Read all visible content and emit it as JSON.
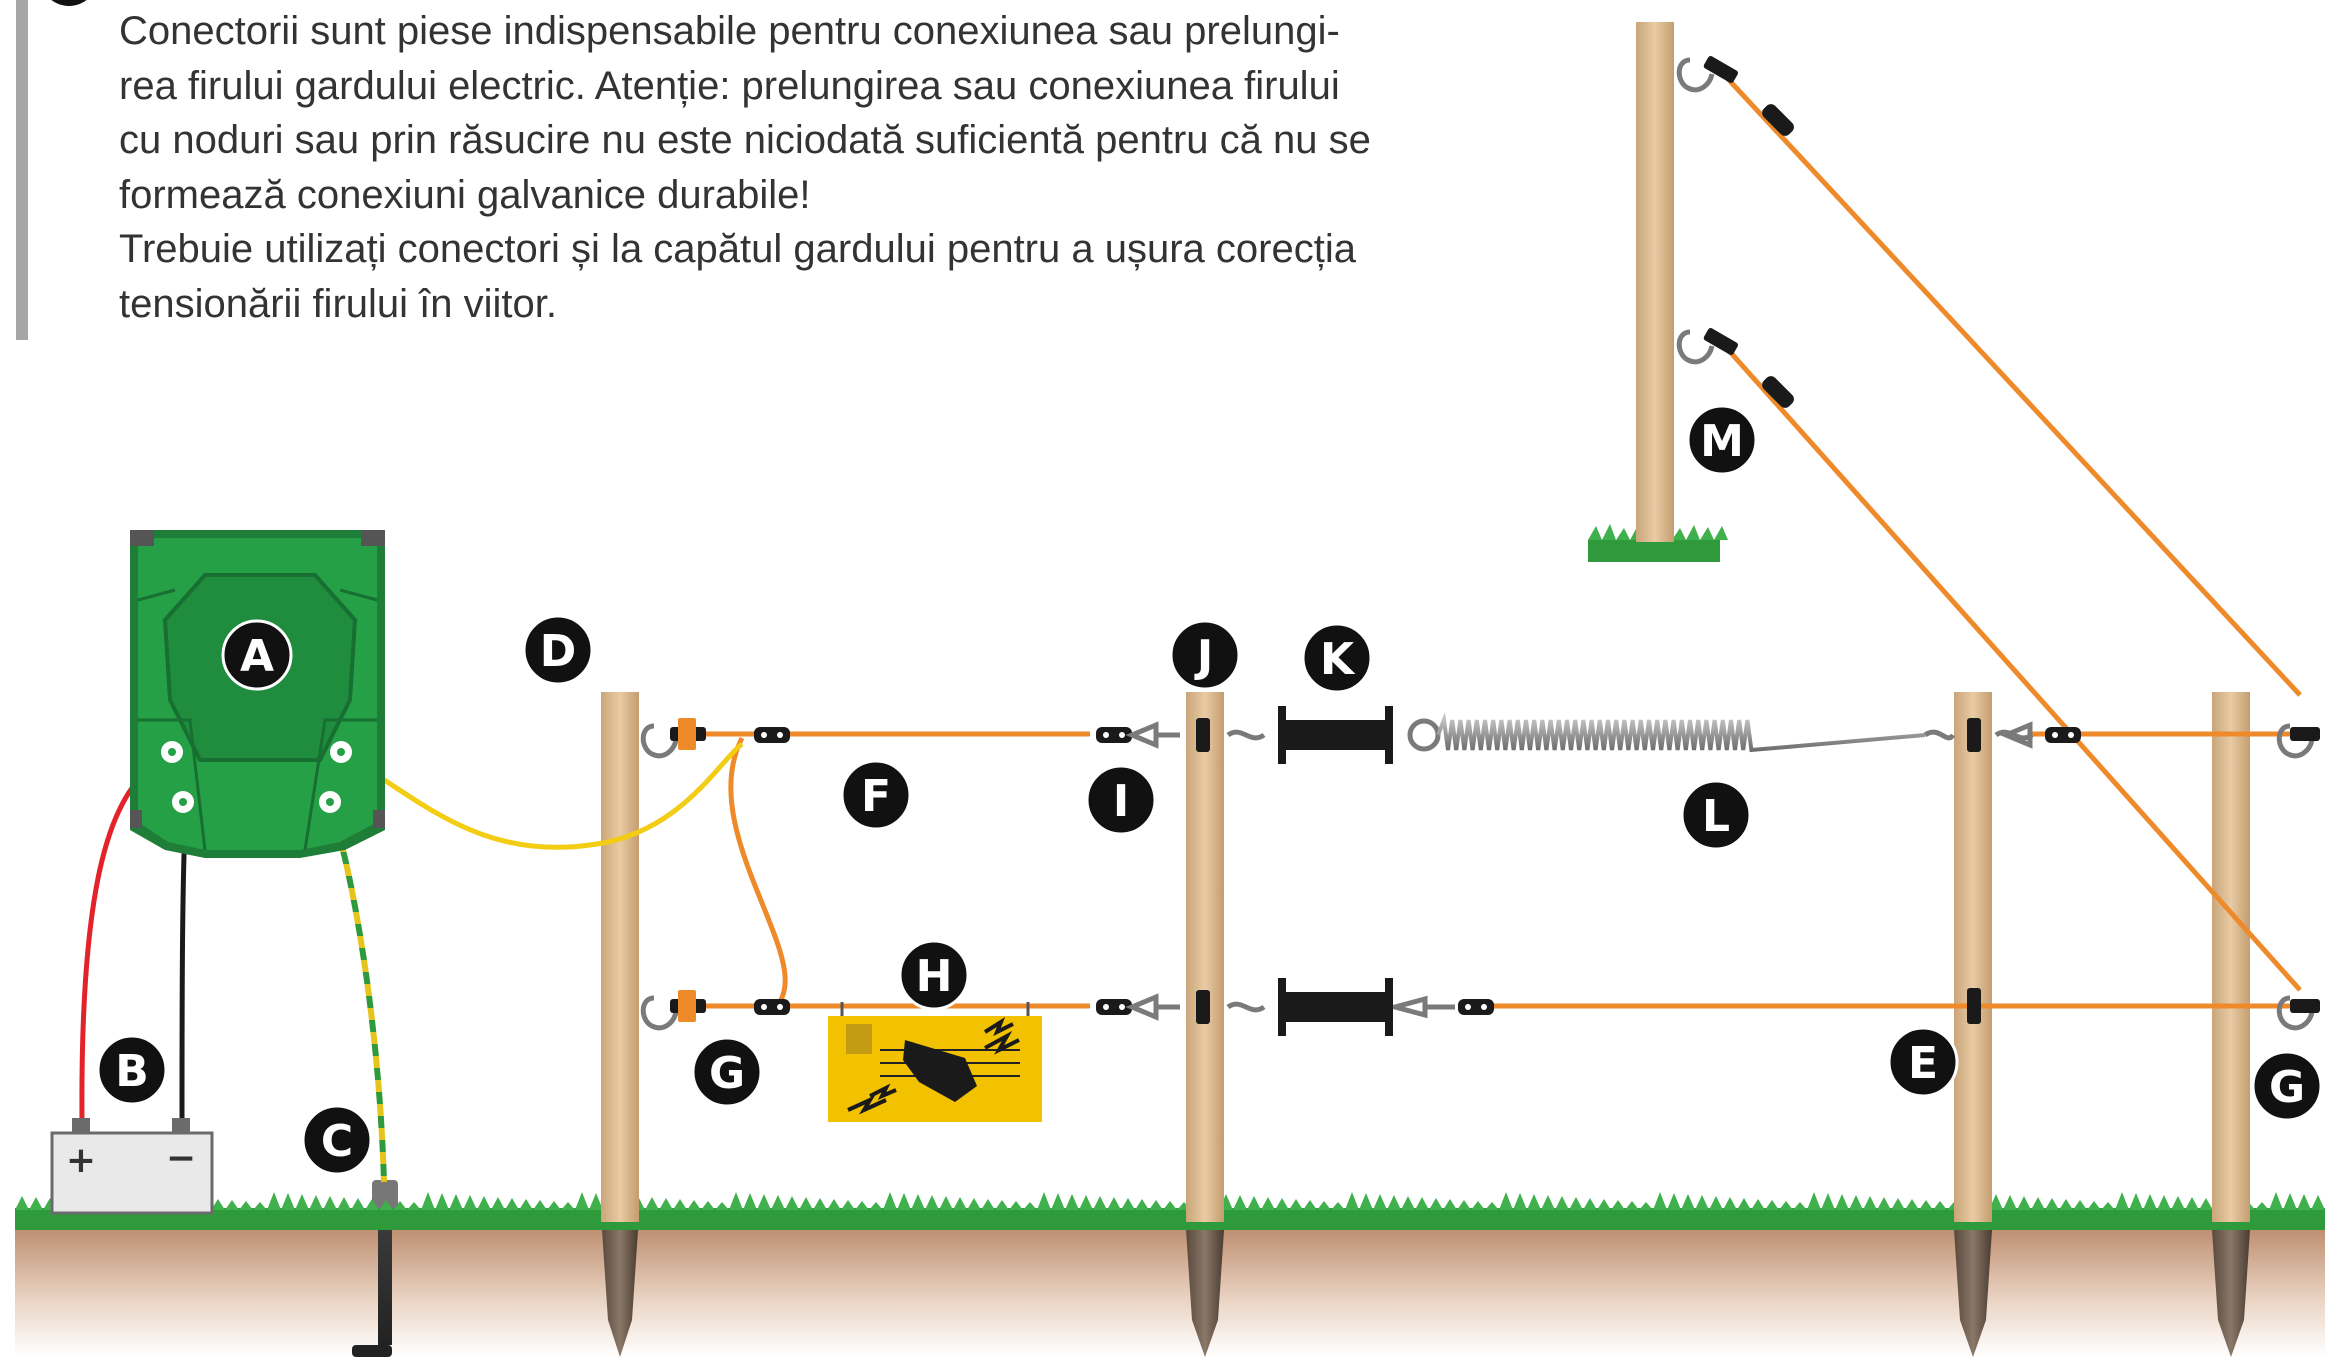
{
  "description": {
    "lines": [
      "Conectorii sunt piese indispensabile pentru conexiunea sau prelungi-",
      "rea firului gardului electric. Atenție: prelungirea sau conexiunea firului",
      "cu noduri sau prin răsucire nu este niciodată suficientă pentru că nu se",
      "formează conexiuni galvanice durabile!",
      "Trebuie utilizați conectori și la capătul gardului pentru a ușura corecția",
      "tensionării firului în viitor."
    ]
  },
  "diagram": {
    "labels": {
      "A": "A",
      "B": "B",
      "C": "C",
      "D": "D",
      "E": "E",
      "F": "F",
      "G_left": "G",
      "G_right": "G",
      "H": "H",
      "I": "I",
      "J": "J",
      "K": "K",
      "L": "L",
      "M": "M"
    },
    "battery": {
      "plus": "+",
      "minus": "−"
    },
    "colors": {
      "wire": "#ef8a2a",
      "energizer": "#1f8c3e",
      "post": "#d7b58f",
      "grass": "#2e9a3c",
      "soil": "#c59878",
      "sign": "#f2c200",
      "marker": "#111111"
    },
    "icons": [
      "energizer",
      "battery",
      "ground-rod",
      "wooden-post",
      "insulator",
      "wire-connector",
      "gate-handle",
      "tension-spring",
      "warning-sign",
      "hand-shock-icon"
    ]
  }
}
